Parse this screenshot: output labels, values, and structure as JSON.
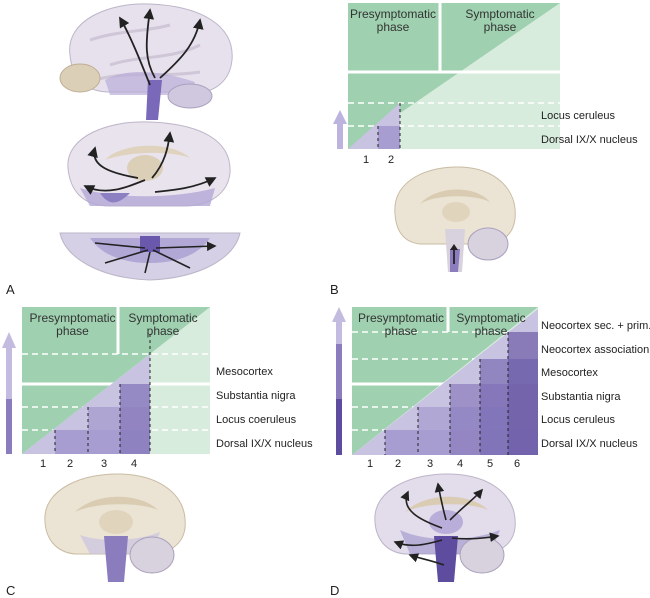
{
  "panels": {
    "a": {
      "letter": "A"
    },
    "b": {
      "letter": "B",
      "presymptomatic": "Presymptomatic\nphase",
      "symptomatic": "Symptomatic\nphase",
      "rows": [
        "Locus ceruleus",
        "Dorsal IX/X nucleus"
      ],
      "stages": [
        "1",
        "2"
      ]
    },
    "c": {
      "letter": "C",
      "presymptomatic": "Presymptomatic\nphase",
      "symptomatic": "Symptomatic\nphase",
      "rows": [
        "Mesocortex",
        "Substantia nigra",
        "Locus coeruleus",
        "Dorsal IX/X nucleus"
      ],
      "stages": [
        "1",
        "2",
        "3",
        "4"
      ]
    },
    "d": {
      "letter": "D",
      "presymptomatic": "Presymptomatic\nphase",
      "symptomatic": "Symptomatic\nphase",
      "rows": [
        "Neocortex sec. + prim.",
        "Neocortex association",
        "Mesocortex",
        "Substantia nigra",
        "Locus ceruleus",
        "Dorsal IX/X nucleus"
      ],
      "stages": [
        "1",
        "2",
        "3",
        "4",
        "5",
        "6"
      ]
    }
  },
  "colors": {
    "green_dark": "#9fd0b0",
    "green_light": "#d8ecde",
    "purple_1": "#c9c3e2",
    "purple_2": "#a79dd0",
    "purple_3": "#8a7cbd",
    "purple_4": "#6c5ca6",
    "brain_tan": "#e6ddcc",
    "brain_gray": "#d7d2dd"
  }
}
